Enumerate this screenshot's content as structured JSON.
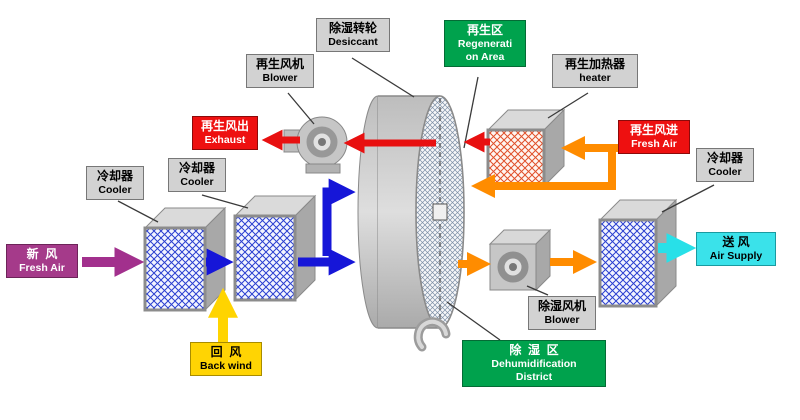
{
  "palette": {
    "gray_label": "#d2d2d2",
    "red_label": "#ee1010",
    "green_label": "#00a24d",
    "magenta_label": "#a53a8a",
    "cyan_label": "#3ae2ea",
    "yellow_label": "#ffd403",
    "red_arrow": "#e81010",
    "orange_arrow": "#ff8c00",
    "blue_arrow": "#1616d8",
    "purple_arrow": "#a2308d",
    "yellow_arrow": "#ffd400",
    "cyan_arrow": "#28e0e8"
  },
  "labels": {
    "desiccant_wheel": {
      "lines": [
        "除湿转轮",
        "Desiccant"
      ]
    },
    "regeneration_area": {
      "lines": [
        "再生区",
        "Regenerati",
        "on Area"
      ]
    },
    "regen_blower": {
      "lines": [
        "再生风机",
        "Blower"
      ]
    },
    "regen_heater": {
      "lines": [
        "再生加热器",
        "heater"
      ]
    },
    "exhaust": {
      "lines": [
        "再生风出",
        "Exhaust"
      ]
    },
    "regen_fresh_air": {
      "lines": [
        "再生风进",
        "Fresh Air"
      ]
    },
    "cooler_left_1": {
      "lines": [
        "冷却器",
        "Cooler"
      ]
    },
    "cooler_left_2": {
      "lines": [
        "冷却器",
        "Cooler"
      ]
    },
    "cooler_right": {
      "lines": [
        "冷却器",
        "Cooler"
      ]
    },
    "fresh_air_in": {
      "lines": [
        "新  风",
        "Fresh Air"
      ]
    },
    "air_supply": {
      "lines": [
        "送 风",
        "Air Supply"
      ]
    },
    "back_wind": {
      "lines": [
        "回  风",
        "Back wind"
      ]
    },
    "dehum_blower": {
      "lines": [
        "除湿风机",
        "Blower"
      ]
    },
    "dehum_district": {
      "lines": [
        "除  湿  区",
        "Dehumidification",
        "District"
      ]
    }
  }
}
